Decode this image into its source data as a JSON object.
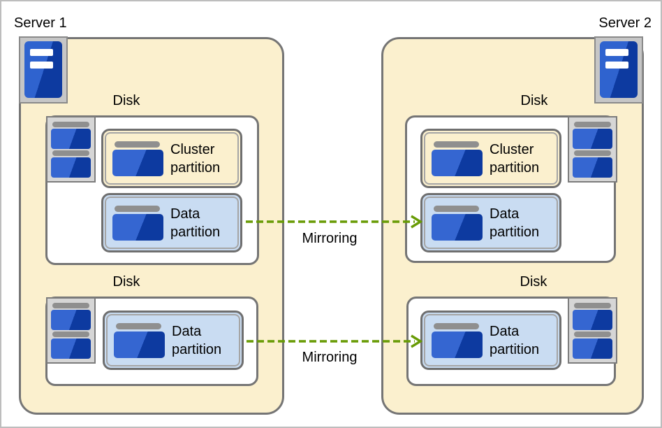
{
  "servers": [
    {
      "label": "Server 1",
      "icon": "server-icon",
      "disks": [
        {
          "label": "Disk",
          "icon": "disk-icon",
          "partitions": [
            {
              "type": "cluster",
              "label": "Cluster partition"
            },
            {
              "type": "data",
              "label": "Data partition"
            }
          ]
        },
        {
          "label": "Disk",
          "icon": "disk-icon",
          "partitions": [
            {
              "type": "data",
              "label": "Data partition"
            }
          ]
        }
      ]
    },
    {
      "label": "Server 2",
      "icon": "server-icon",
      "disks": [
        {
          "label": "Disk",
          "icon": "disk-icon",
          "partitions": [
            {
              "type": "cluster",
              "label": "Cluster partition"
            },
            {
              "type": "data",
              "label": "Data partition"
            }
          ]
        },
        {
          "label": "Disk",
          "icon": "disk-icon",
          "partitions": [
            {
              "type": "data",
              "label": "Data partition"
            }
          ]
        }
      ]
    }
  ],
  "arrows": [
    {
      "label": "Mirroring",
      "from": "Server 1 Data partition (disk 1)",
      "to": "Server 2 Data partition (disk 1)"
    },
    {
      "label": "Mirroring",
      "from": "Server 1 Data partition (disk 2)",
      "to": "Server 2 Data partition (disk 2)"
    }
  ],
  "colors": {
    "server_fill": "#FBF0CE",
    "cluster_fill": "#FBF0CE",
    "data_fill": "#C9DCF2",
    "mirror_green": "#689B05",
    "border_gray": "#757575",
    "icon_blue_light": "#3566D1",
    "icon_blue_dark": "#0D3AA0"
  }
}
